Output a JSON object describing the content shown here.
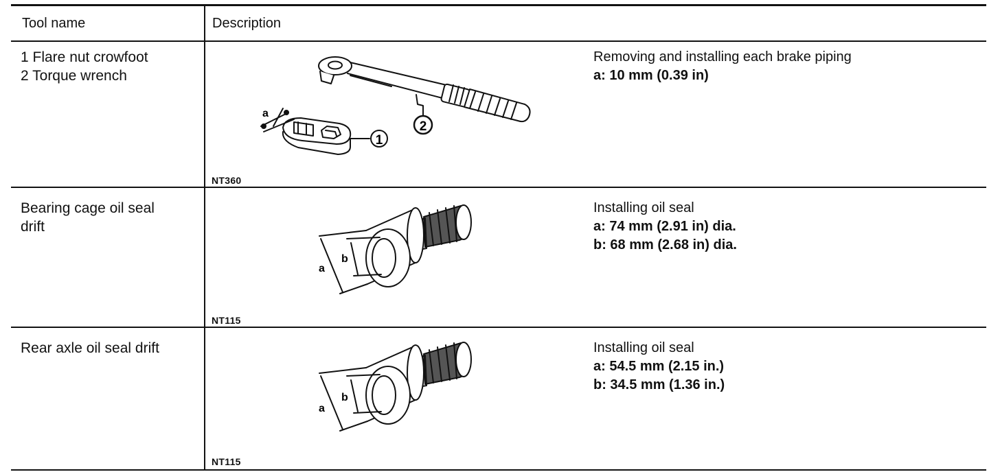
{
  "header": {
    "tool_name": "Tool name",
    "description": "Description"
  },
  "rows": [
    {
      "name_lines": [
        "1 Flare nut crowfoot",
        "2 Torque wrench"
      ],
      "figure_code": "NT360",
      "figure_icon": "flare-nut-crowfoot-and-torque-wrench",
      "figure_labels": {
        "dim": "a",
        "callout_1": "1",
        "callout_2": "2"
      },
      "purpose": "Removing and installing each brake piping",
      "specs": [
        "a: 10 mm (0.39 in)"
      ]
    },
    {
      "name_lines": [
        "Bearing cage oil seal",
        "drift"
      ],
      "figure_code": "NT115",
      "figure_icon": "oil-seal-drift",
      "figure_labels": {
        "outer": "a",
        "inner": "b"
      },
      "purpose": "Installing oil seal",
      "specs": [
        "a: 74 mm (2.91 in) dia.",
        "b: 68 mm (2.68 in) dia."
      ]
    },
    {
      "name_lines": [
        "Rear axle oil seal drift"
      ],
      "figure_code": "NT115",
      "figure_icon": "oil-seal-drift",
      "figure_labels": {
        "outer": "a",
        "inner": "b"
      },
      "purpose": "Installing oil seal",
      "specs": [
        "a: 54.5 mm (2.15 in.)",
        "b: 34.5 mm (1.36 in.)"
      ]
    }
  ]
}
